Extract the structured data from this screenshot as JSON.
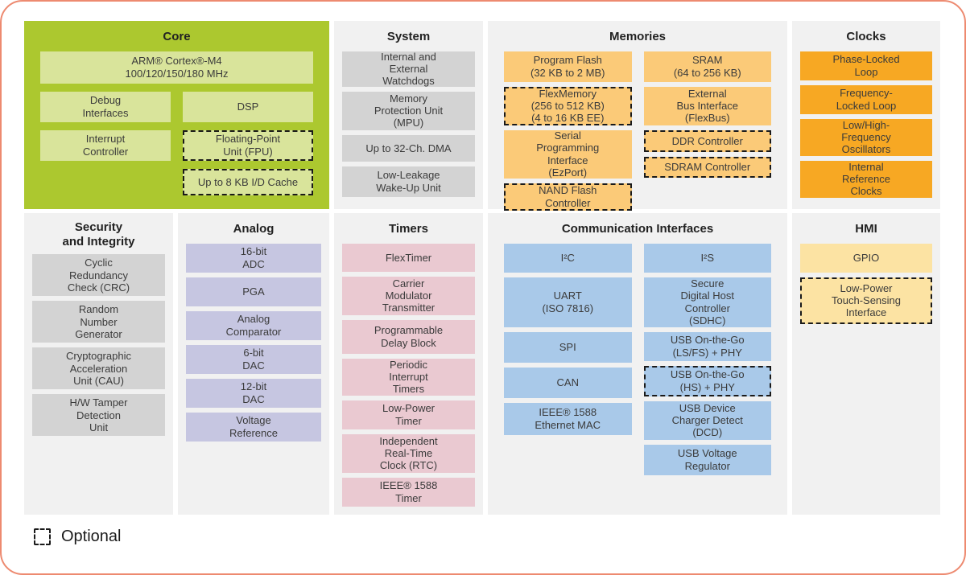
{
  "colors": {
    "card_border": "#ED8A70",
    "core_green": "#ACC82F",
    "core_block_green": "#D9E49B",
    "panel_background_gray": "#F1F1F1",
    "system_block_gray": "#D3D3D3",
    "memories_orange": "#FBCA78",
    "clocks_amber": "#F7A823",
    "analog_lavender": "#C6C6E1",
    "timers_pink": "#EAC9D1",
    "comm_blue": "#A9C9E9",
    "hmi_yellow": "#FCE3A3",
    "dashed_border": "#1A1A1A"
  },
  "panels": {
    "core": {
      "title": "Core",
      "blocks": [
        "ARM® Cortex®-M4\n100/120/150/180 MHz",
        "Debug\nInterfaces",
        "DSP",
        "Interrupt\nController",
        "Floating-Point\nUnit (FPU)",
        "Up to 8 KB I/D Cache"
      ]
    },
    "system": {
      "title": "System",
      "blocks": [
        "Internal and\nExternal\nWatchdogs",
        "Memory\nProtection Unit\n(MPU)",
        "Up to 32-Ch. DMA",
        "Low-Leakage\nWake-Up Unit"
      ]
    },
    "memories": {
      "title": "Memories",
      "left": [
        "Program Flash\n(32 KB to 2 MB)",
        "FlexMemory\n(256 to 512 KB)\n(4 to 16 KB EE)",
        "Serial\nProgramming\nInterface\n(EzPort)",
        "NAND Flash\nController"
      ],
      "right": [
        "SRAM\n(64 to 256 KB)",
        "External\nBus Interface\n(FlexBus)",
        "DDR Controller",
        "SDRAM Controller"
      ]
    },
    "clocks": {
      "title": "Clocks",
      "blocks": [
        "Phase-Locked\nLoop",
        "Frequency-\nLocked Loop",
        "Low/High-\nFrequency\nOscillators",
        "Internal\nReference\nClocks"
      ]
    },
    "security": {
      "title": "Security\nand Integrity",
      "blocks": [
        "Cyclic\nRedundancy\nCheck (CRC)",
        "Random\nNumber\nGenerator",
        "Cryptographic\nAcceleration\nUnit (CAU)",
        "H/W Tamper\nDetection\nUnit"
      ]
    },
    "analog": {
      "title": "Analog",
      "blocks": [
        "16-bit\nADC",
        "PGA",
        "Analog\nComparator",
        "6-bit\nDAC",
        "12-bit\nDAC",
        "Voltage\nReference"
      ]
    },
    "timers": {
      "title": "Timers",
      "blocks": [
        "FlexTimer",
        "Carrier\nModulator\nTransmitter",
        "Programmable\nDelay Block",
        "Periodic\nInterrupt\nTimers",
        "Low-Power\nTimer",
        "Independent\nReal-Time\nClock (RTC)",
        "IEEE® 1588\nTimer"
      ]
    },
    "comm": {
      "title": "Communication Interfaces",
      "left": [
        "I²C",
        "UART\n(ISO 7816)",
        "SPI",
        "CAN",
        "IEEE® 1588\nEthernet MAC"
      ],
      "right": [
        "I²S",
        "Secure\nDigital Host\nController\n(SDHC)",
        "USB On-the-Go\n(LS/FS) + PHY",
        "USB On-the-Go\n(HS) + PHY",
        "USB Device\nCharger Detect\n(DCD)",
        "USB Voltage\nRegulator"
      ]
    },
    "hmi": {
      "title": "HMI",
      "blocks": [
        "GPIO",
        "Low-Power\nTouch-Sensing\nInterface"
      ]
    }
  },
  "optional_blocks": [
    "Floating-Point Unit (FPU)",
    "Up to 8 KB I/D Cache",
    "FlexMemory (256 to 512 KB) (4 to 16 KB EE)",
    "NAND Flash Controller",
    "DDR Controller",
    "SDRAM Controller",
    "USB On-the-Go (HS) + PHY",
    "Low-Power Touch-Sensing Interface"
  ],
  "legend": {
    "label": "Optional"
  }
}
